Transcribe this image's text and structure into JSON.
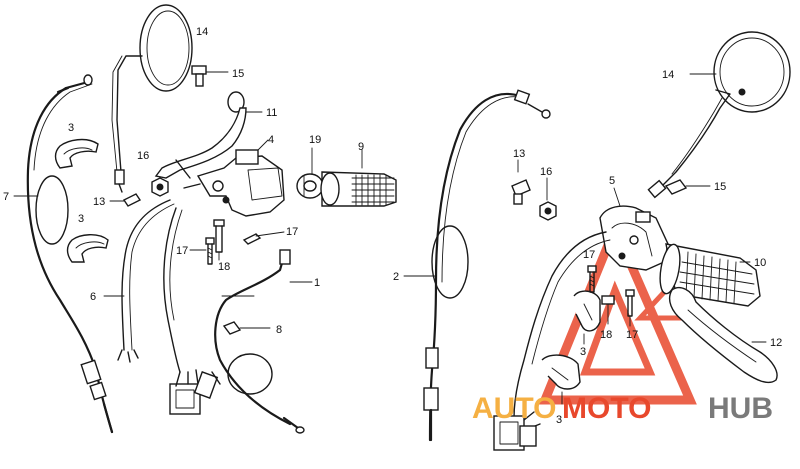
{
  "callouts": {
    "c1": "1",
    "c2": "2",
    "c3a": "3",
    "c3b": "3",
    "c3c": "3",
    "c3d": "3",
    "c4": "4",
    "c5": "5",
    "c6": "6",
    "c7": "7",
    "c8": "8",
    "c9": "9",
    "c10": "10",
    "c11": "11",
    "c12": "12",
    "c13a": "13",
    "c13b": "13",
    "c14a": "14",
    "c14b": "14",
    "c15a": "15",
    "c15b": "15",
    "c16a": "16",
    "c16b": "16",
    "c17a": "17",
    "c17b": "17",
    "c17c": "17",
    "c17d": "17",
    "c18a": "18",
    "c18b": "18",
    "c19": "19"
  },
  "watermark": {
    "part1": "AUTO",
    "part2": "MOTO",
    "part3": "HUB",
    "colors": {
      "orange": "#f5b043",
      "red": "#e8482c",
      "gray": "#7a7a7a"
    }
  }
}
